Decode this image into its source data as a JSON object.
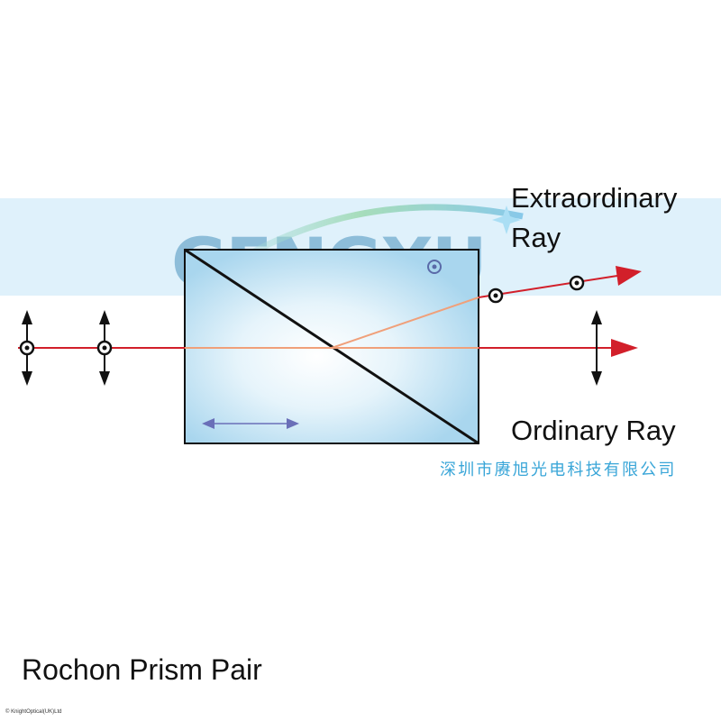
{
  "labels": {
    "extraordinary_line1": "Extraordinary",
    "extraordinary_line2": "Ray",
    "ordinary": "Ordinary Ray",
    "title": "Rochon Prism Pair"
  },
  "watermark": {
    "logo_text": "GENGXU",
    "company_cn": "深圳市赓旭光电科技有限公司"
  },
  "copyright": "© KnightOptical(UK)Ltd",
  "colors": {
    "ray": "#d21f2a",
    "ray_inside": "#f0a07a",
    "prism_fill": "#a9d6ee",
    "optic_axis_arrow": "#6a6fb8",
    "band": "#dff1fb",
    "watermark_text": "#3aa6d8"
  },
  "icons": [
    "polarization-double-arrow-icon",
    "polarization-dot-icon",
    "arrowhead-icon"
  ]
}
